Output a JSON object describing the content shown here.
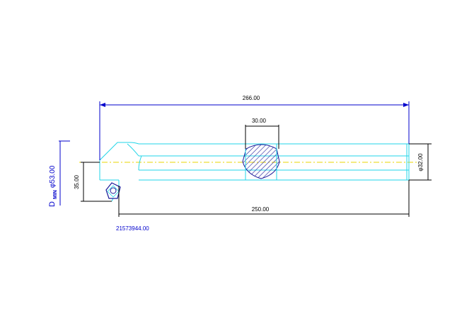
{
  "colors": {
    "tool": "#22d6e8",
    "dimension": "#0000cc",
    "axis": "#e8d400",
    "hatch": "#1a1a99",
    "text": "#000000",
    "background": "#ffffff"
  },
  "dimensions": {
    "overall_length": "266.00",
    "shank_length": "250.00",
    "flat_width": "30.00",
    "shank_diameter": "φ32.00",
    "tip_offset": "35.00",
    "min_bore_label": "D",
    "min_bore_subscript": "MIN",
    "min_bore_value": "φ53.00"
  },
  "part_number": "21573944.00"
}
